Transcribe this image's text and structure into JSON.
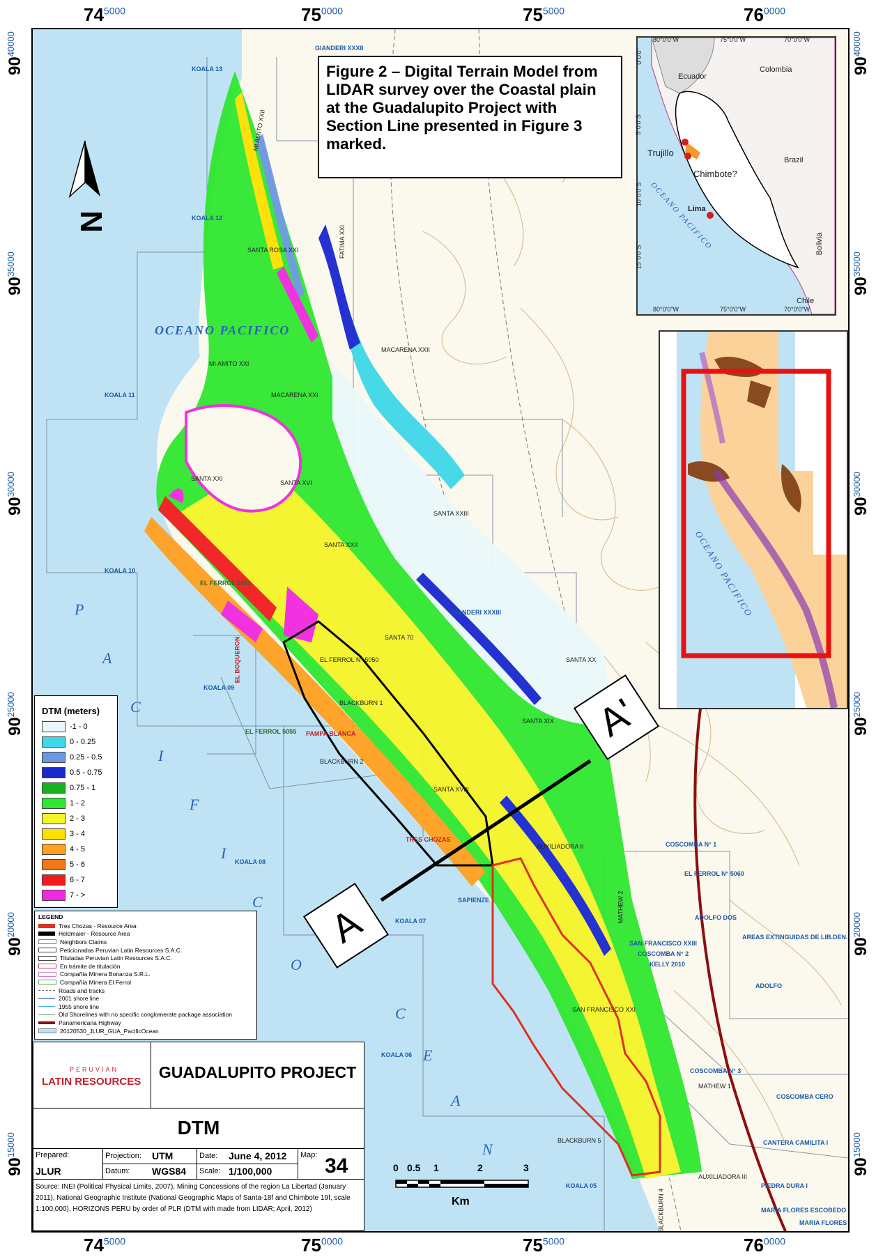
{
  "coords": {
    "top": [
      {
        "main": "74",
        "sup": "5000"
      },
      {
        "main": "75",
        "sup": "0000"
      },
      {
        "main": "75",
        "sup": "5000"
      },
      {
        "main": "76",
        "sup": "0000"
      }
    ],
    "left": [
      {
        "main": "90",
        "sup": "40000"
      },
      {
        "main": "90",
        "sup": "35000"
      },
      {
        "main": "90",
        "sup": "30000"
      },
      {
        "main": "90",
        "sup": "25000"
      },
      {
        "main": "90",
        "sup": "20000"
      },
      {
        "main": "90",
        "sup": "15000"
      }
    ]
  },
  "title_box": {
    "text": "Figure 2 – Digital Terrain Model from LIDAR survey over the Coastal plain at the Guadalupito Project with Section Line presented in Figure 3 marked."
  },
  "inset_peru": {
    "lon_labels": [
      "80°0'0\"W",
      "75°0'0\"W",
      "70°0'0\"W"
    ],
    "lat_labels": [
      "0°0'0\"",
      "5°0'0\"S",
      "10°0'0\"S",
      "15°0'0\"S"
    ],
    "countries": [
      "Ecuador",
      "Colombia",
      "Brazil",
      "Bolivia",
      "Chile"
    ],
    "cities": [
      "Trujillo",
      "Chimbote?",
      "Lima"
    ],
    "ocean": "OCEANO PACIFICO"
  },
  "inset_location": {
    "ocean": "OCEANO PACIFICO"
  },
  "map_labels": {
    "ocean_pacifico": "OCEANO PACIFICO",
    "koalas": [
      "KOALA 13",
      "KOALA 12",
      "KOALA 11",
      "KOALA 10",
      "KOALA 09",
      "KOALA 08",
      "KOALA 07",
      "KOALA 06",
      "KOALA 05"
    ],
    "claims": [
      "GIANDERI XXXII",
      "MI AMITO XXII",
      "SANTA ROSA XXI",
      "FATIMA XXI",
      "MACARENA XXII",
      "MI AMITO XXI",
      "MACARENA XXI",
      "SANTA XXI",
      "SANTA XVI",
      "SANTA XXIII",
      "SANTA XXII",
      "SANTA 70",
      "GIANDERI XXXIII",
      "SANTA XX",
      "EL FERROL N° 5050",
      "BLACKBURN 1",
      "SANTA XIX",
      "BLACKBURN 2",
      "SANTA XVIII",
      "AUXILIADORA II",
      "SAPIENZE",
      "MATHEW 2",
      "SAN FRANCISCO XXI",
      "MATHEW 1",
      "BLACKBURN 5",
      "AUXILIADORA III",
      "BLACKBURN 4"
    ],
    "green": [
      "EL FERROL 5051",
      "EL FERROL 5055"
    ],
    "red": [
      "EL BOQUERON",
      "PAMPA BLANCA",
      "TRES CHOZAS"
    ],
    "blue_right": [
      "COSCOMBA N° 1",
      "EL FERROL N° 5060",
      "ADOLFO DOS",
      "AREAS EXTINGUIDAS DE LIB.DEN.",
      "SAN FRANCISCO XXIII",
      "COSCOMBA N° 2",
      "KELLY 2010",
      "ADOLFO",
      "COSCOMBA N° 3",
      "COSCOMBA CERO",
      "CANTERA CAMILITA I",
      "PIEDRA DURA I",
      "MARIA FLORES ESCOBEDO",
      "MARIA FLORES"
    ],
    "pacific_letters": [
      "P",
      "A",
      "C",
      "I",
      "F",
      "I",
      "C",
      "O",
      "C",
      "E",
      "A",
      "N"
    ]
  },
  "section": {
    "start": "A",
    "end": "A'"
  },
  "dtm_legend": {
    "title": "DTM (meters)",
    "items": [
      {
        "label": "-1 - 0",
        "color": "#eaf8fb"
      },
      {
        "label": "0 - 0.25",
        "color": "#3fd8e8"
      },
      {
        "label": "0.25 - 0.5",
        "color": "#6a98e0"
      },
      {
        "label": "0.5 - 0.75",
        "color": "#1a28d0"
      },
      {
        "label": "0.75 - 1",
        "color": "#18b020"
      },
      {
        "label": "1 - 2",
        "color": "#2fe82f"
      },
      {
        "label": "2 - 3",
        "color": "#f4f428"
      },
      {
        "label": "3 - 4",
        "color": "#ffe000"
      },
      {
        "label": "4 - 5",
        "color": "#ffa020"
      },
      {
        "label": "5 - 6",
        "color": "#f07818"
      },
      {
        "label": "6 - 7",
        "color": "#f01c1c"
      },
      {
        "label": "7 - >",
        "color": "#f028e0"
      }
    ]
  },
  "legend": {
    "title": "LEGEND",
    "items": [
      {
        "label": "Tres Chozas - Resource Area",
        "color": "#e03020"
      },
      {
        "label": "Heldmaier - Resource Area",
        "color": "#000000"
      },
      {
        "label": "Neighbors Claims",
        "color": "#888888"
      },
      {
        "label": "Peticionadas Peruvian Latin Resources S.A.C.",
        "color": "#444444"
      },
      {
        "label": "Tituladas Peruvian Latin Resources S.A.C.",
        "color": "#444444"
      },
      {
        "label": "En trámite de titulación",
        "color": "#c04060"
      },
      {
        "label": "Compañía Minera Bonanza S.R.L.",
        "color": "#d080d0"
      },
      {
        "label": "Compañía Minera El Ferrol",
        "color": "#60a060"
      },
      {
        "label": "Roads and tracks",
        "color": "#666666"
      },
      {
        "label": "2001 shore line",
        "color": "#3050c0"
      },
      {
        "label": "1955 shore line",
        "color": "#40b0e0"
      },
      {
        "label": "Old Shorelines with no specific conglomerate package association",
        "color": "#70a070"
      },
      {
        "label": "Panamericana Highway",
        "color": "#8a1010"
      },
      {
        "label": "20120530_JLUR_GUA_PacificOcean",
        "color": "#bfe3f5"
      }
    ]
  },
  "title_block": {
    "logo_top": "PERUVIAN",
    "logo_bottom": "LATIN RESOURCES",
    "project": "GUADALUPITO PROJECT",
    "sheet": "DTM",
    "prepared_label": "Prepared:",
    "prepared": "JLUR",
    "projection_label": "Projection:",
    "projection": "UTM",
    "datum_label": "Datum:",
    "datum": "WGS84",
    "date_label": "Date:",
    "date": "June 4, 2012",
    "scale_label": "Scale:",
    "scale": "1/100,000",
    "map_label": "Map:",
    "map": "34",
    "source": "Source: INEI (Political Physical Limits, 2007), Mining Concessions of the region La Libertad (January 2011), National Geographic Institute (National Geographic Maps of Santa-18f and Chimbote 19f, scale 1:100,000), HORIZONS PERU by order of PLR (DTM with made from LIDAR; April, 2012)"
  },
  "scale_bar": {
    "ticks": [
      "0",
      "0.5",
      "1",
      "2",
      "3"
    ],
    "unit": "Km"
  },
  "colors": {
    "ocean": "#bfe3f5",
    "land": "#fbf8ee",
    "contour": "#d4b07a",
    "highway": "#8a1010",
    "logo_red": "#c0202a",
    "claim": "#1a5aa8"
  }
}
